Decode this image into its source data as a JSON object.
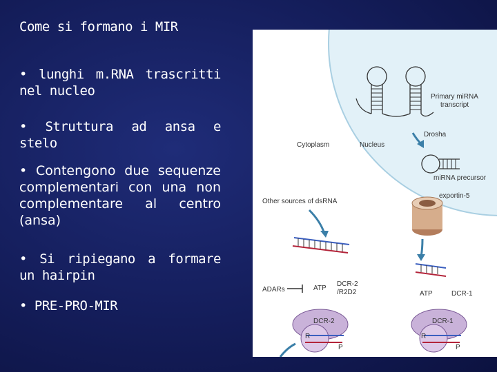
{
  "slide": {
    "title": "Come si formano i MIR",
    "bullets": [
      "• lunghi m.RNA trascritti nel nucleo",
      "• Struttura ad ansa e stelo",
      "• Contengono due sequenze complementari con una non complementare al centro (ansa)",
      "• Si ripiegano a formare un hairpin",
      "• PRE-PRO-MIR"
    ]
  },
  "figure": {
    "labels": {
      "primary": "Primary miRNA",
      "transcript": "transcript",
      "cytoplasm": "Cytoplasm",
      "nucleus": "Nucleus",
      "drosha": "Drosha",
      "precursor": "miRNA precursor",
      "exportin": "exportin-5",
      "other_sources": "Other sources of dsRNA",
      "adars": "ADARs",
      "atp_left": "ATP",
      "dcr2": "DCR-2",
      "r2d2": "/R2D2",
      "atp_right": "ATP",
      "dcr1_right": "DCR-1",
      "dcr2_bottom": "DCR-2",
      "dcr1_bottom": "DCR-1",
      "r_left": "R",
      "r_right": "R",
      "p_left": "P",
      "p_right": "P"
    }
  }
}
